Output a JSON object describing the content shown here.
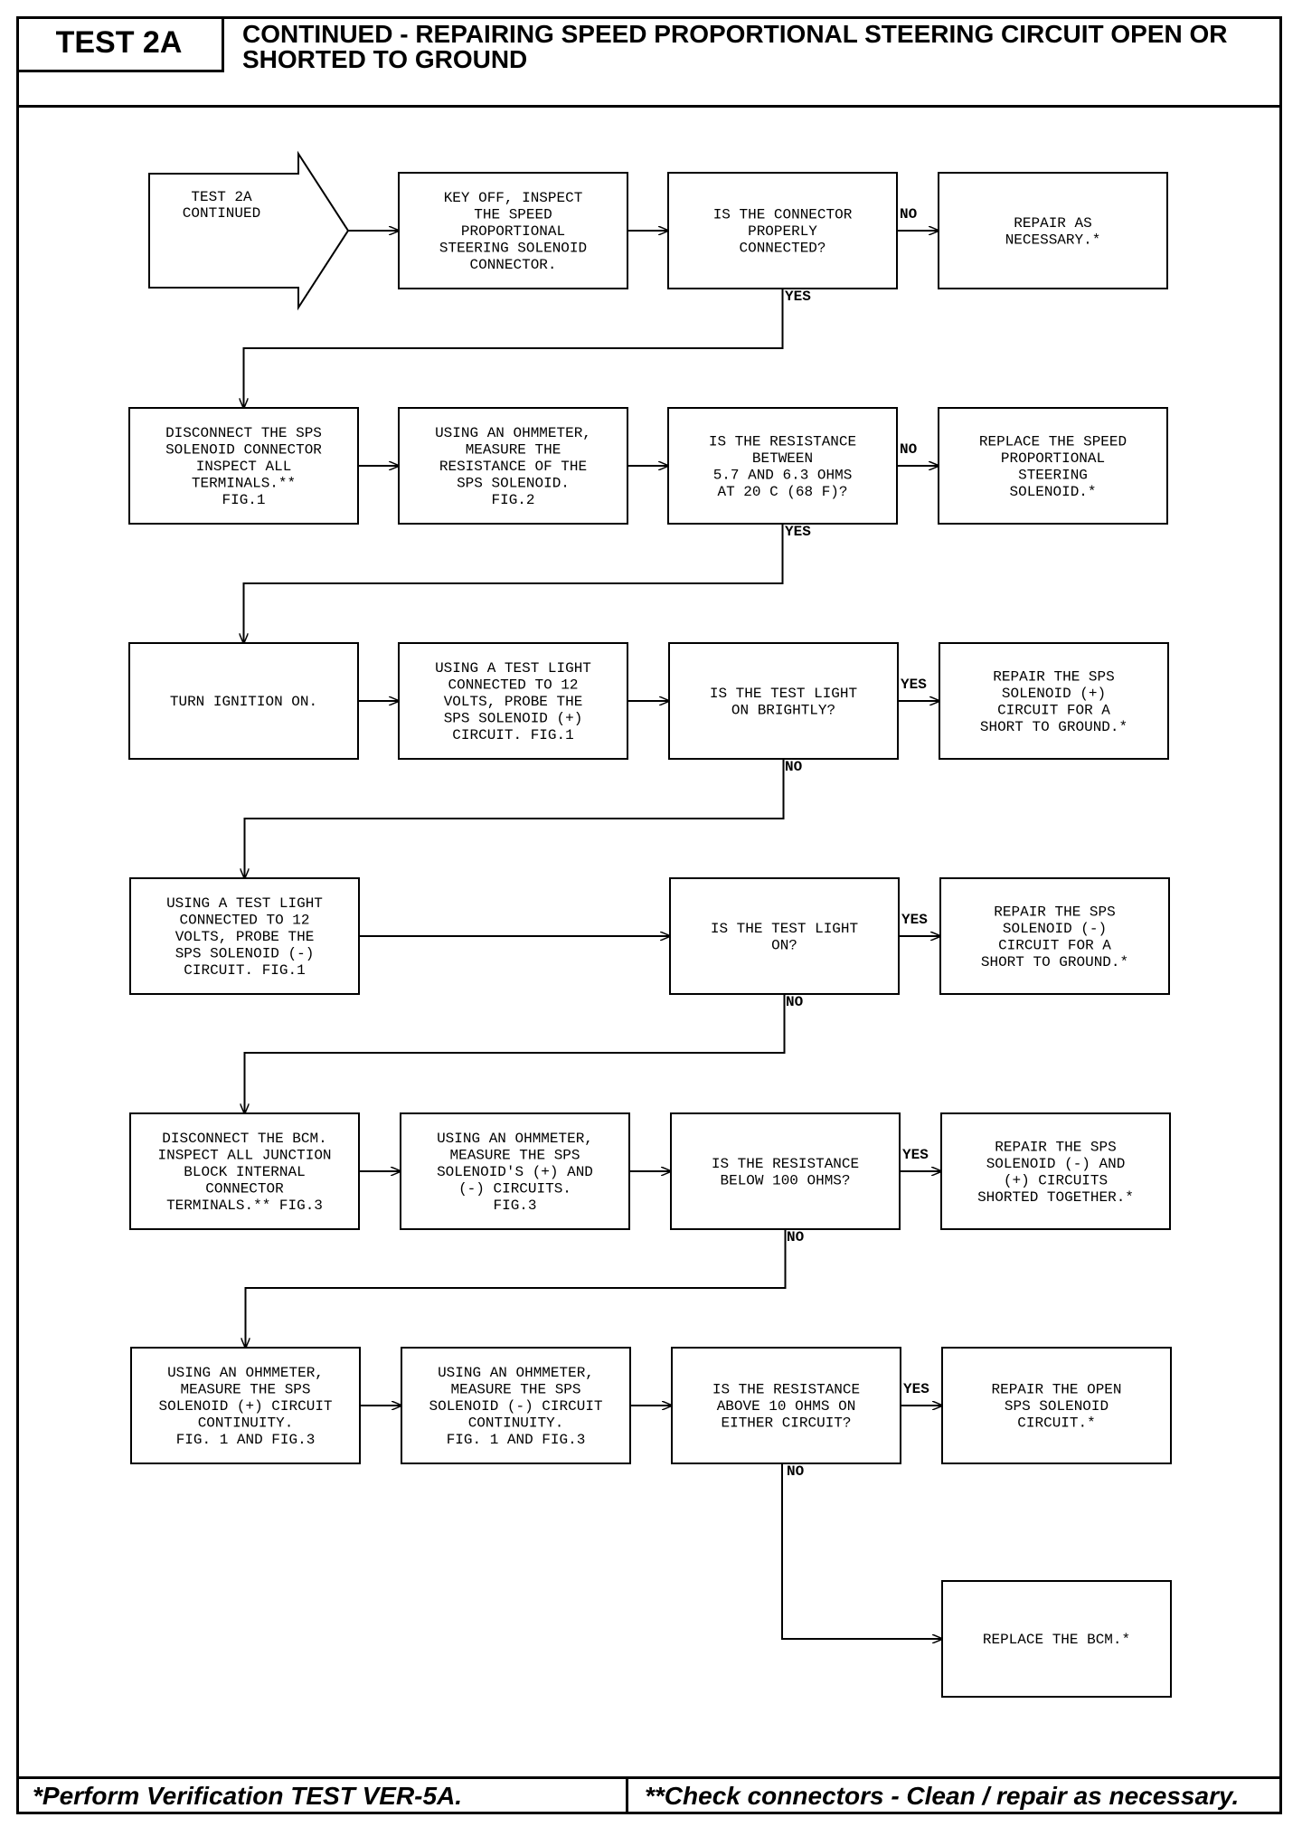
{
  "header": {
    "test_id": "TEST 2A",
    "title": "CONTINUED - REPAIRING SPEED PROPORTIONAL STEERING CIRCUIT OPEN OR\nSHORTED TO GROUND"
  },
  "flowchart": {
    "nodes": {
      "start": [
        "TEST 2A",
        "CONTINUED"
      ],
      "r1_action": [
        "KEY OFF, INSPECT",
        "THE SPEED",
        "PROPORTIONAL",
        "STEERING SOLENOID",
        "CONNECTOR."
      ],
      "r1_question": [
        "IS THE CONNECTOR",
        "PROPERLY",
        "CONNECTED?"
      ],
      "r1_result": [
        "REPAIR AS",
        "NECESSARY.*"
      ],
      "r2_action1": [
        "DISCONNECT THE SPS",
        "SOLENOID CONNECTOR",
        "INSPECT ALL",
        "TERMINALS.**",
        "FIG.1"
      ],
      "r2_action2": [
        "USING AN OHMMETER,",
        "MEASURE THE",
        "RESISTANCE OF THE",
        "SPS SOLENOID.",
        "FIG.2"
      ],
      "r2_question": [
        "IS THE RESISTANCE",
        "BETWEEN",
        "5.7 AND 6.3 OHMS",
        "AT 20 C (68 F)?"
      ],
      "r2_result": [
        "REPLACE THE SPEED",
        "PROPORTIONAL",
        "STEERING",
        "SOLENOID.*"
      ],
      "r3_action1": [
        "TURN IGNITION ON."
      ],
      "r3_action2": [
        "USING A TEST LIGHT",
        "CONNECTED TO 12",
        "VOLTS, PROBE THE",
        "SPS SOLENOID (+)",
        "CIRCUIT. FIG.1"
      ],
      "r3_question": [
        "IS THE TEST LIGHT",
        "ON BRIGHTLY?"
      ],
      "r3_result": [
        "REPAIR THE SPS",
        "SOLENOID (+)",
        "CIRCUIT FOR A",
        "SHORT TO GROUND.*"
      ],
      "r4_action1": [
        "USING A TEST LIGHT",
        "CONNECTED TO 12",
        "VOLTS, PROBE THE",
        "SPS SOLENOID (-)",
        "CIRCUIT. FIG.1"
      ],
      "r4_question": [
        "IS THE TEST LIGHT",
        "ON?"
      ],
      "r4_result": [
        "REPAIR THE SPS",
        "SOLENOID (-)",
        "CIRCUIT FOR A",
        "SHORT TO GROUND.*"
      ],
      "r5_action1": [
        "DISCONNECT THE BCM.",
        "INSPECT ALL JUNCTION",
        "BLOCK INTERNAL",
        "CONNECTOR",
        "TERMINALS.** FIG.3"
      ],
      "r5_action2": [
        "USING AN OHMMETER,",
        "MEASURE THE SPS",
        "SOLENOID'S (+) AND",
        "(-) CIRCUITS.",
        "FIG.3"
      ],
      "r5_question": [
        "IS THE RESISTANCE",
        "BELOW 100 OHMS?"
      ],
      "r5_result": [
        "REPAIR THE SPS",
        "SOLENOID (-) AND",
        "(+) CIRCUITS",
        "SHORTED TOGETHER.*"
      ],
      "r6_action1": [
        "USING AN OHMMETER,",
        "MEASURE THE SPS",
        "SOLENOID (+) CIRCUIT",
        "CONTINUITY.",
        "FIG. 1 AND FIG.3"
      ],
      "r6_action2": [
        "USING AN OHMMETER,",
        "MEASURE THE SPS",
        "SOLENOID (-) CIRCUIT",
        "CONTINUITY.",
        "FIG. 1 AND FIG.3"
      ],
      "r6_question": [
        "IS THE RESISTANCE",
        "ABOVE 10 OHMS ON",
        "EITHER CIRCUIT?"
      ],
      "r6_result": [
        "REPAIR THE OPEN",
        "SPS SOLENOID",
        "CIRCUIT.*"
      ],
      "final_result": [
        "REPLACE THE BCM.*"
      ]
    },
    "labels": {
      "r1_no": "NO",
      "r1_yes": "YES",
      "r2_no": "NO",
      "r2_yes": "YES",
      "r3_yes": "YES",
      "r3_no": "NO",
      "r4_yes": "YES",
      "r4_no": "NO",
      "r5_yes": "YES",
      "r5_no": "NO",
      "r6_yes": "YES",
      "r6_no": "NO"
    }
  },
  "footer": {
    "left": "*Perform Verification TEST VER-5A.",
    "right": "**Check connectors - Clean / repair as necessary."
  }
}
